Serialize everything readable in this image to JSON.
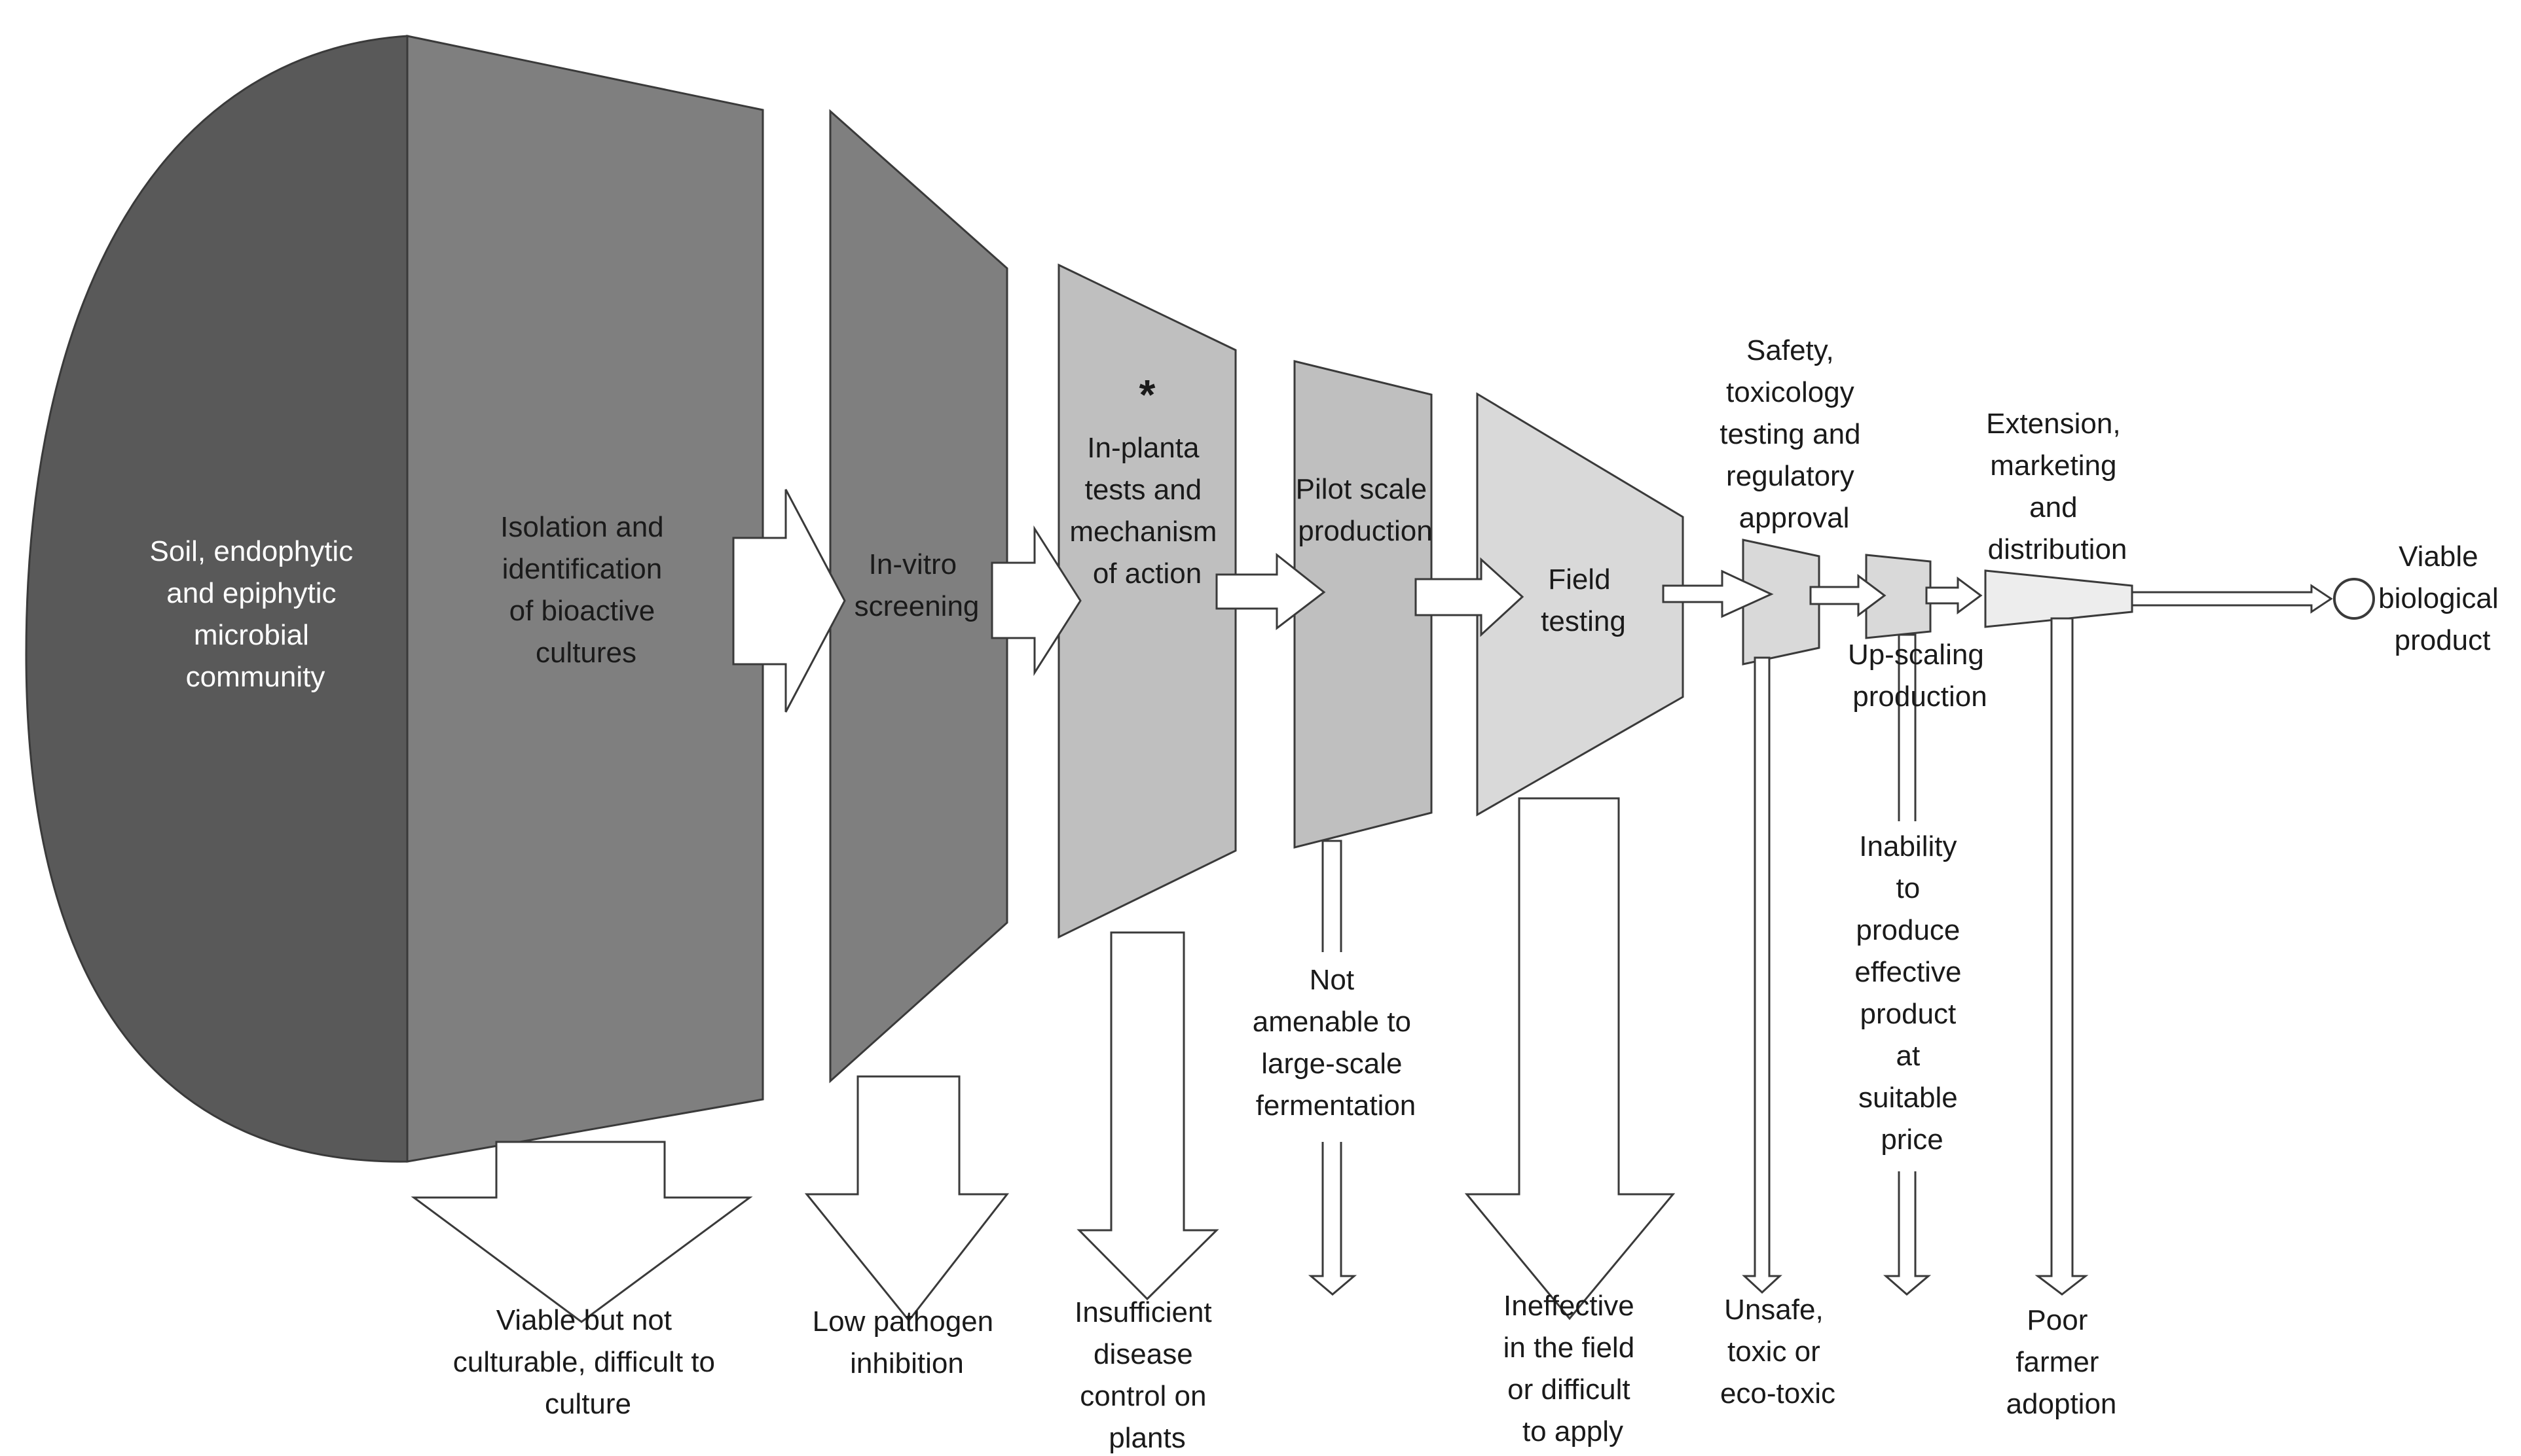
{
  "colors": {
    "community": "#595959",
    "dark_stage": "#7f7f7f",
    "mid_stage": "#bfbfbf",
    "light_stage": "#d9d9d9",
    "lightest_stage": "#ededed",
    "outline": "#3a3a3a",
    "arrow_fill": "#ffffff",
    "text": "#1a1a1a",
    "text_on_dark": "#ffffff"
  },
  "stages": {
    "community": [
      "Soil, endophytic",
      "and epiphytic",
      "microbial",
      "community"
    ],
    "isolation": [
      "Isolation and",
      "identification",
      "of bioactive",
      "cultures"
    ],
    "invitro": [
      "In-vitro",
      "screening"
    ],
    "inplanta_mark": "*",
    "inplanta": [
      "In-planta",
      "tests and",
      "mechanism",
      "of action"
    ],
    "pilot": [
      "Pilot scale",
      "production"
    ],
    "field": [
      "Field",
      "testing"
    ],
    "safety": [
      "Safety,",
      "toxicology",
      "testing and",
      "regulatory",
      "approval"
    ],
    "upscaling": [
      "Up-scaling",
      "production"
    ],
    "extension": [
      "Extension,",
      "marketing",
      "and",
      "distribution"
    ],
    "product": [
      "Viable",
      "biological",
      "product"
    ]
  },
  "failures": {
    "isolation": [
      "Viable but not",
      "culturable, difficult to",
      "culture"
    ],
    "invitro": [
      "Low pathogen",
      "inhibition"
    ],
    "inplanta": [
      "Insufficient",
      "disease",
      "control on",
      "plants"
    ],
    "pilot": [
      "Not",
      "amenable to",
      "large-scale",
      "fermentation"
    ],
    "field": [
      "Ineffective",
      "in the field",
      "or difficult",
      "to apply"
    ],
    "safety": [
      "Unsafe,",
      "toxic or",
      "eco-toxic"
    ],
    "upscaling": [
      "Inability",
      "to",
      "produce",
      "effective",
      "product",
      "at",
      "suitable",
      "price"
    ],
    "extension": [
      "Poor",
      "farmer",
      "adoption"
    ]
  }
}
